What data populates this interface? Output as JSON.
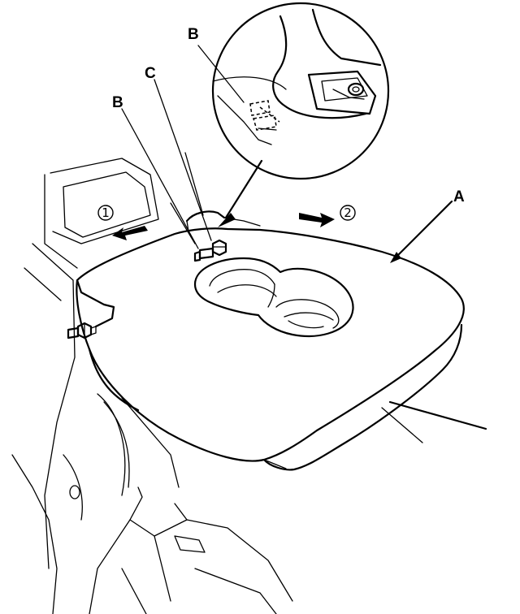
{
  "labels": {
    "a": "A",
    "b_inset": "B",
    "b_main": "B",
    "c": "C"
  },
  "steps": {
    "one": "1",
    "two": "2"
  },
  "colors": {
    "line": "#000000",
    "background": "#ffffff"
  }
}
